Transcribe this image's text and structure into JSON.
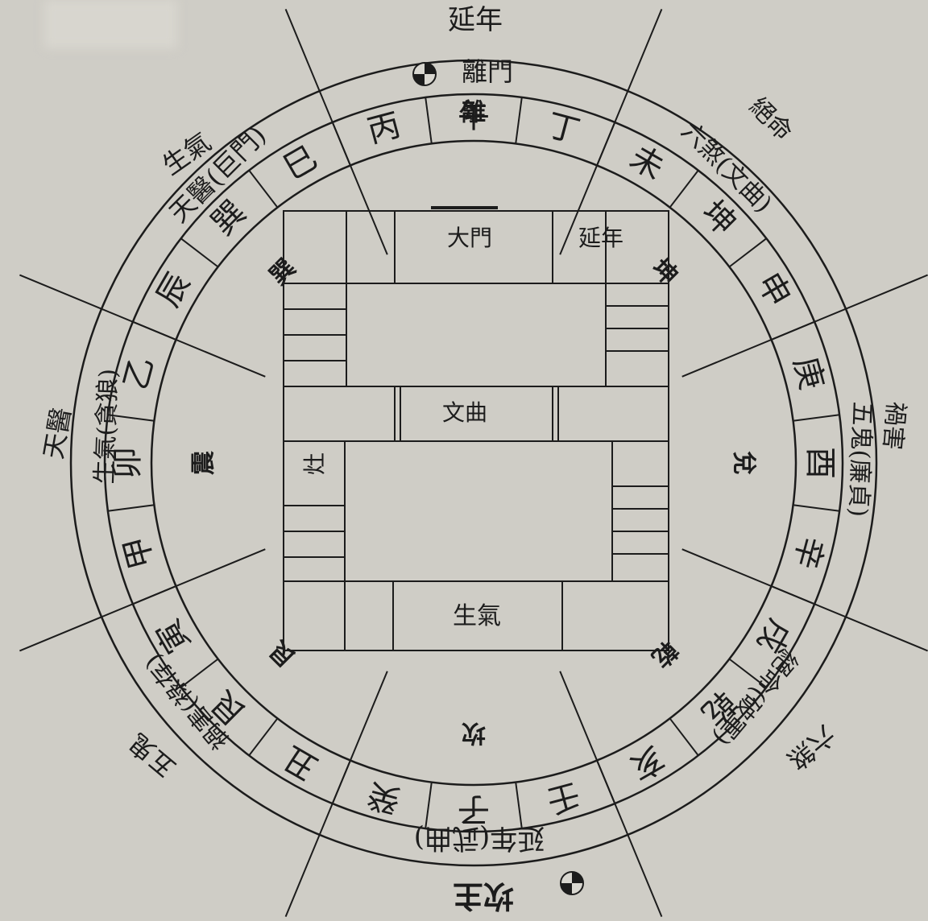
{
  "colors": {
    "paper": "#cfcdc6",
    "ink": "#1c1c1c"
  },
  "center_tri": "離",
  "outer": [
    {
      "id": "n",
      "text": "延年"
    },
    {
      "id": "nw1",
      "text": "生氣"
    },
    {
      "id": "nw2",
      "text": "天醫(巨門)"
    },
    {
      "id": "w1",
      "text": "天醫"
    },
    {
      "id": "w2",
      "text": "生氣(貪狼)"
    },
    {
      "id": "sw1",
      "text": "五鬼"
    },
    {
      "id": "sw2",
      "text": "禍害(祿存)"
    },
    {
      "id": "s1",
      "text": "坎主"
    },
    {
      "id": "s2",
      "text": "延年(武曲)"
    },
    {
      "id": "se1",
      "text": "六煞"
    },
    {
      "id": "se2",
      "text": "絕命(破軍)"
    },
    {
      "id": "e1",
      "text": "禍害"
    },
    {
      "id": "e2",
      "text": "五鬼(廉貞)"
    },
    {
      "id": "ne1",
      "text": "絕命"
    },
    {
      "id": "ne2",
      "text": "六煞(文曲)"
    }
  ],
  "gate_label": "離門",
  "mountains": [
    "丙",
    "午",
    "丁",
    "未",
    "坤",
    "申",
    "庚",
    "酉",
    "辛",
    "戌",
    "乾",
    "亥",
    "壬",
    "子",
    "癸",
    "丑",
    "艮",
    "寅",
    "甲",
    "卯",
    "乙",
    "辰",
    "巽",
    "巳"
  ],
  "trigrams": [
    {
      "id": "li",
      "text": "離"
    },
    {
      "id": "kun",
      "text": "坤"
    },
    {
      "id": "dui",
      "text": "兌"
    },
    {
      "id": "qian",
      "text": "乾"
    },
    {
      "id": "kan",
      "text": "坎"
    },
    {
      "id": "gen",
      "text": "艮"
    },
    {
      "id": "zhen",
      "text": "震"
    },
    {
      "id": "xun",
      "text": "巽"
    }
  ],
  "rooms": {
    "main_door": "大門",
    "yannian": "延年",
    "wenqu": "文曲",
    "stove": "灶",
    "shengqi": "生氣"
  }
}
